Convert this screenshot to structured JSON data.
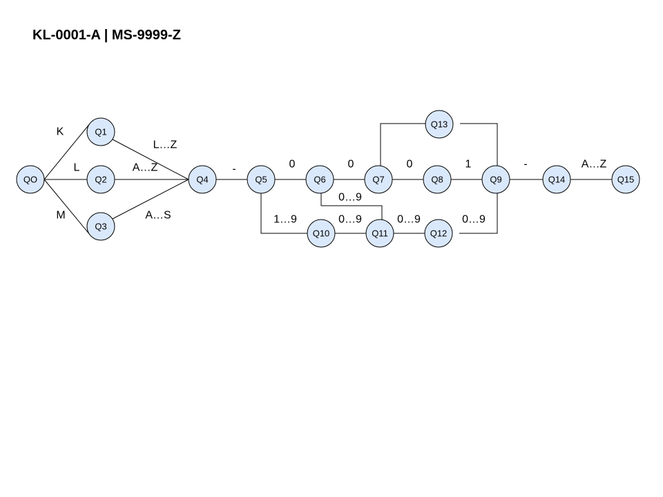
{
  "title": "KL-0001-A | MS-9999-Z",
  "colors": {
    "node_fill": "#dae8fc",
    "stroke": "#000000",
    "text": "#000000"
  },
  "nodes": [
    {
      "id": "q0",
      "label": "QO"
    },
    {
      "id": "q1",
      "label": "Q1"
    },
    {
      "id": "q2",
      "label": "Q2"
    },
    {
      "id": "q3",
      "label": "Q3"
    },
    {
      "id": "q4",
      "label": "Q4"
    },
    {
      "id": "q5",
      "label": "Q5"
    },
    {
      "id": "q6",
      "label": "Q6"
    },
    {
      "id": "q7",
      "label": "Q7"
    },
    {
      "id": "q8",
      "label": "Q8"
    },
    {
      "id": "q9",
      "label": "Q9"
    },
    {
      "id": "q10",
      "label": "Q10"
    },
    {
      "id": "q11",
      "label": "Q11"
    },
    {
      "id": "q12",
      "label": "Q12"
    },
    {
      "id": "q13",
      "label": "Q13"
    },
    {
      "id": "q14",
      "label": "Q14"
    },
    {
      "id": "q15",
      "label": "Q15"
    }
  ],
  "edges": [
    {
      "from": "q0",
      "to": "q1",
      "label": "K"
    },
    {
      "from": "q0",
      "to": "q2",
      "label": "L"
    },
    {
      "from": "q0",
      "to": "q3",
      "label": "M"
    },
    {
      "from": "q1",
      "to": "q4",
      "label": "L…Z"
    },
    {
      "from": "q2",
      "to": "q4",
      "label": "A…Z"
    },
    {
      "from": "q3",
      "to": "q4",
      "label": "A…S"
    },
    {
      "from": "q4",
      "to": "q5",
      "label": "-"
    },
    {
      "from": "q5",
      "to": "q6",
      "label": "0"
    },
    {
      "from": "q6",
      "to": "q7",
      "label": "0"
    },
    {
      "from": "q7",
      "to": "q8",
      "label": "0"
    },
    {
      "from": "q8",
      "to": "q9",
      "label": "1"
    },
    {
      "from": "q9",
      "to": "q14",
      "label": "-"
    },
    {
      "from": "q14",
      "to": "q15",
      "label": "A…Z"
    },
    {
      "from": "q7",
      "to": "q13",
      "label": ""
    },
    {
      "from": "q13",
      "to": "q9",
      "label": ""
    },
    {
      "from": "q5",
      "to": "q10",
      "label": "1…9"
    },
    {
      "from": "q6",
      "to": "q11",
      "label": "0…9"
    },
    {
      "from": "q10",
      "to": "q11",
      "label": "0…9"
    },
    {
      "from": "q11",
      "to": "q12",
      "label": "0…9"
    },
    {
      "from": "q12",
      "to": "q9",
      "label": "0…9"
    }
  ]
}
